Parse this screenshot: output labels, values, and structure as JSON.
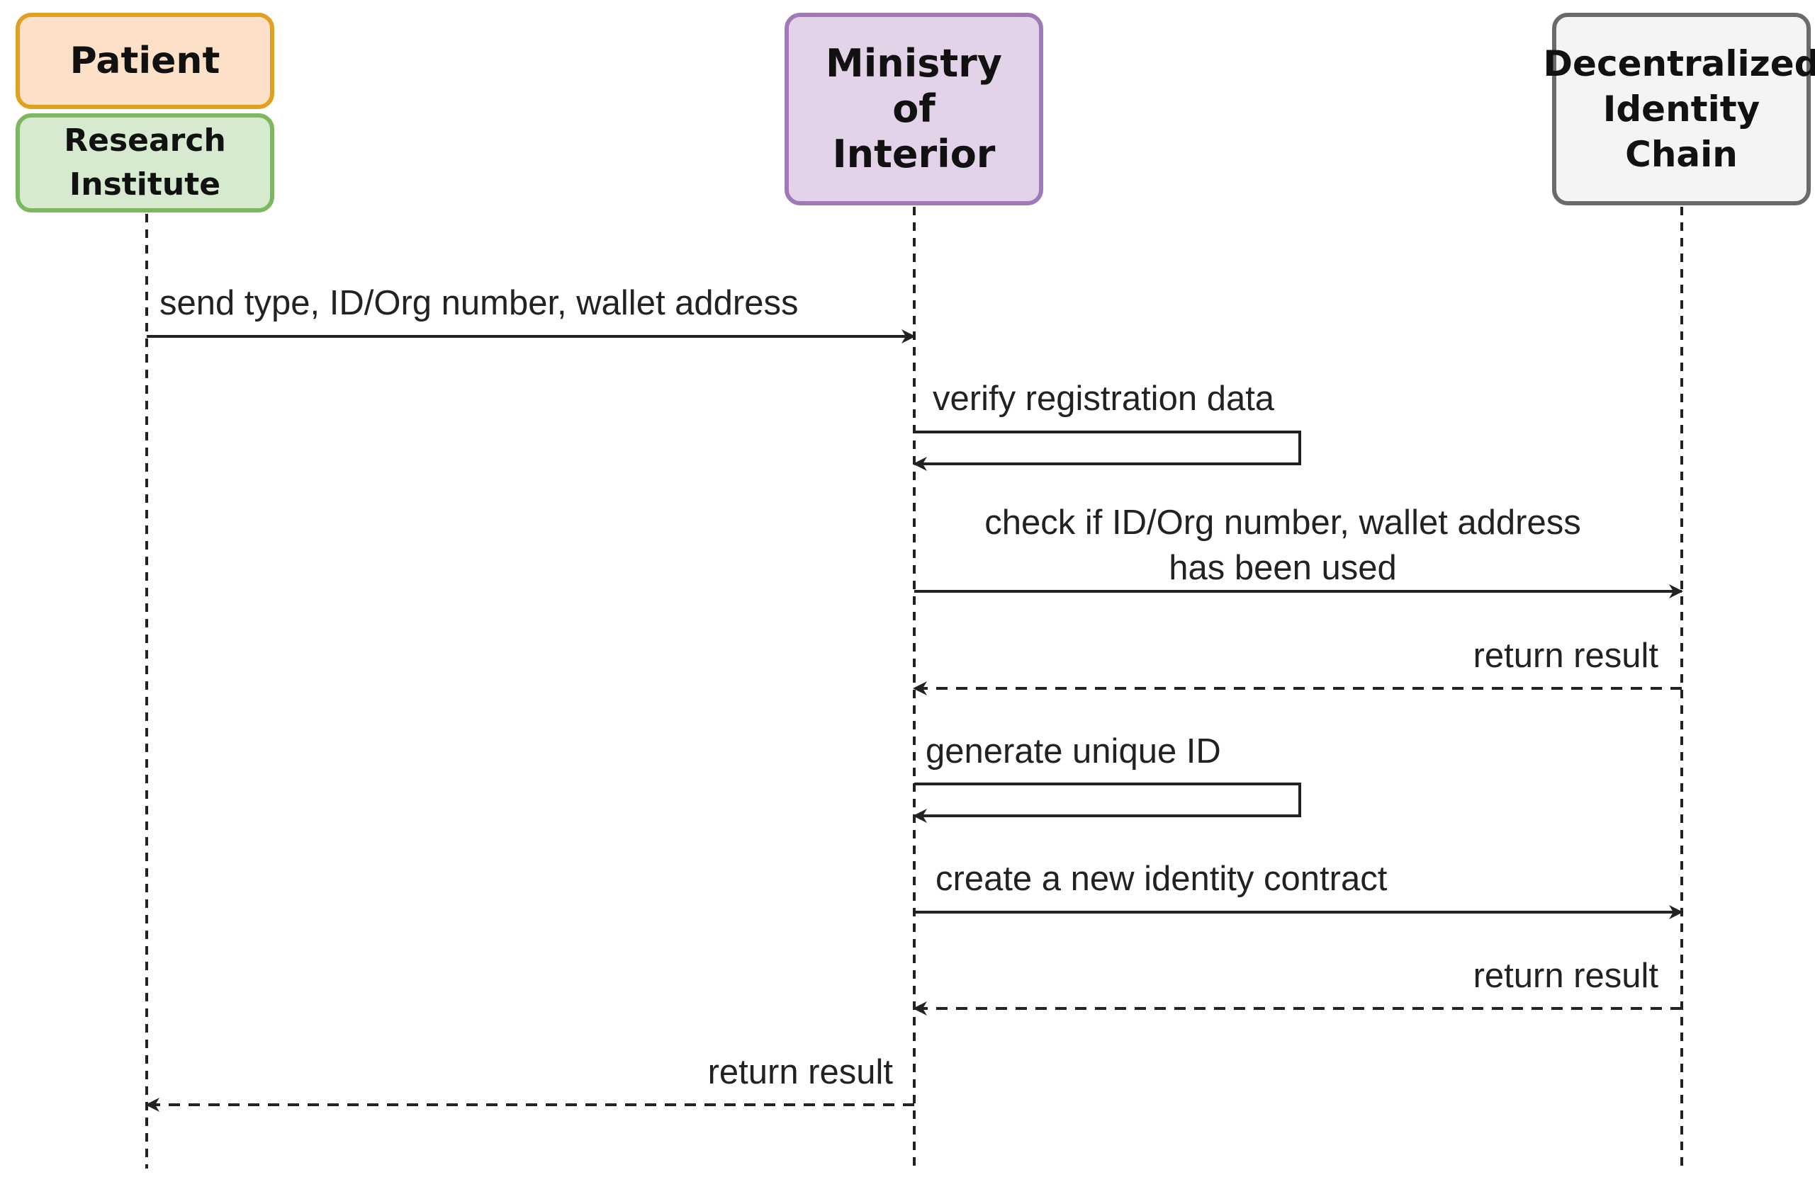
{
  "actors": {
    "patient": "Patient",
    "research_institute": "Research\nInstitute",
    "ministry": "Ministry\nof\nInterior",
    "chain": "Decentralized\nIdentity\nChain"
  },
  "messages": [
    {
      "id": "m1",
      "from": "patient",
      "to": "ministry",
      "label": "send type, ID/Org number, wallet address",
      "style": "solid"
    },
    {
      "id": "m2",
      "from": "ministry",
      "to": "ministry",
      "label": "verify registration data",
      "style": "self"
    },
    {
      "id": "m3",
      "from": "ministry",
      "to": "chain",
      "label": "check if ID/Org number, wallet address\nhas been used",
      "style": "solid"
    },
    {
      "id": "m4",
      "from": "chain",
      "to": "ministry",
      "label": "return result",
      "style": "dashed"
    },
    {
      "id": "m5",
      "from": "ministry",
      "to": "ministry",
      "label": "generate unique ID",
      "style": "self"
    },
    {
      "id": "m6",
      "from": "ministry",
      "to": "chain",
      "label": "create a new identity contract",
      "style": "solid"
    },
    {
      "id": "m7",
      "from": "chain",
      "to": "ministry",
      "label": "return result",
      "style": "dashed"
    },
    {
      "id": "m8",
      "from": "ministry",
      "to": "patient",
      "label": "return result",
      "style": "dashed"
    }
  ],
  "colors": {
    "patient_fill": "#fde0c8",
    "patient_border": "#e0a020",
    "research_fill": "#d6ead0",
    "research_border": "#7cb860",
    "ministry_fill": "#e3d3e9",
    "ministry_border": "#a07ab6",
    "chain_fill": "#f4f4f4",
    "chain_border": "#6a6a6a",
    "line": "#222222"
  }
}
